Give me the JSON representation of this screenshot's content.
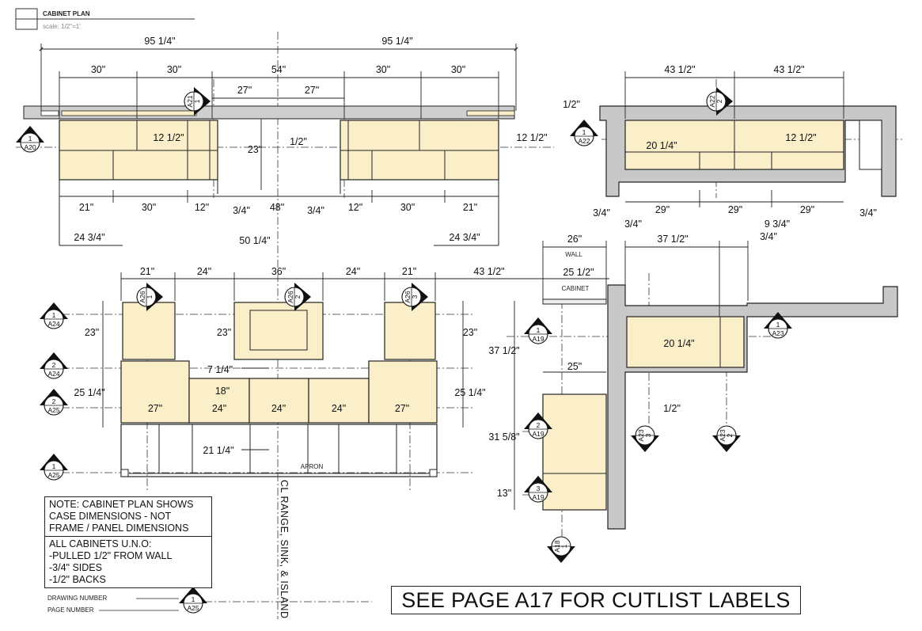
{
  "title": {
    "name": "CABINET PLAN",
    "scale": "scale: 1/2\"=1'"
  },
  "colors": {
    "cabinet_fill": "#fbefc9",
    "wall_fill": "#c8c8c8",
    "line": "#1a1a1a"
  },
  "notes": {
    "section1": [
      "NOTE: CABINET PLAN SHOWS",
      "CASE DIMENSIONS - NOT",
      "FRAME / PANEL DIMENSIONS"
    ],
    "section2": [
      "ALL CABINETS U.N.O:",
      "-PULLED 1/2\" FROM WALL",
      "-3/4\" SIDES",
      "-1/2\" BACKS"
    ]
  },
  "see_page": "SEE PAGE A17 FOR CUTLIST LABELS",
  "legend": {
    "drawing_number": "DRAWING NUMBER",
    "page_number": "PAGE NUMBER",
    "example_num": "1",
    "example_page": "A25"
  },
  "centerline_label": "CL RANGE, SINK, & ISLAND",
  "labels": {
    "wall": "WALL",
    "cabinet": "CABINET",
    "apron": "APRON"
  },
  "dimensions": {
    "top_run": [
      "95 1/4\"",
      "95 1/4\"",
      "30\"",
      "30\"",
      "54\"",
      "30\"",
      "30\"",
      "27\"",
      "27\"",
      "1/2\"",
      "12 1/2\"",
      "12 1/2\"",
      "1/2\"",
      "23\"",
      "21\"",
      "30\"",
      "12\"",
      "3/4\"",
      "48\"",
      "3/4\"",
      "12\"",
      "30\"",
      "21\"",
      "24 3/4\"",
      "50 1/4\"",
      "24 3/4\""
    ],
    "right_run": [
      "43 1/2\"",
      "43 1/2\"",
      "20 1/4\"",
      "12 1/2\"",
      "3/4\"",
      "29\"",
      "29\"",
      "29\"",
      "3/4\"",
      "3/4\"",
      "9 3/4\"",
      "3/4\"",
      "26\"",
      "37 1/2\"",
      "25 1/2\"",
      "20 1/4\"",
      "1/2\"",
      "25\"",
      "37 1/2\"",
      "31 5/8\"",
      "13\""
    ],
    "island": [
      "21\"",
      "24\"",
      "36\"",
      "24\"",
      "21\"",
      "43 1/2\"",
      "23\"",
      "23\"",
      "23\"",
      "7 1/4\"",
      "25 1/4\"",
      "25 1/4\"",
      "18\"",
      "27\"",
      "24\"",
      "24\"",
      "24\"",
      "27\"",
      "21 1/4\""
    ]
  },
  "markers": [
    {
      "num": "1",
      "page": "A20"
    },
    {
      "num": "1",
      "page": "A21"
    },
    {
      "num": "1",
      "page": "A22"
    },
    {
      "num": "2",
      "page": "A22"
    },
    {
      "num": "1",
      "page": "A24"
    },
    {
      "num": "2",
      "page": "A24"
    },
    {
      "num": "2",
      "page": "A25"
    },
    {
      "num": "1",
      "page": "A25"
    },
    {
      "num": "1",
      "page": "A26"
    },
    {
      "num": "2",
      "page": "A26"
    },
    {
      "num": "3",
      "page": "A26"
    },
    {
      "num": "1",
      "page": "A19"
    },
    {
      "num": "2",
      "page": "A19"
    },
    {
      "num": "3",
      "page": "A19"
    },
    {
      "num": "1",
      "page": "A23"
    },
    {
      "num": "3",
      "page": "A23"
    },
    {
      "num": "2",
      "page": "A23"
    },
    {
      "num": "1",
      "page": "A18"
    }
  ]
}
